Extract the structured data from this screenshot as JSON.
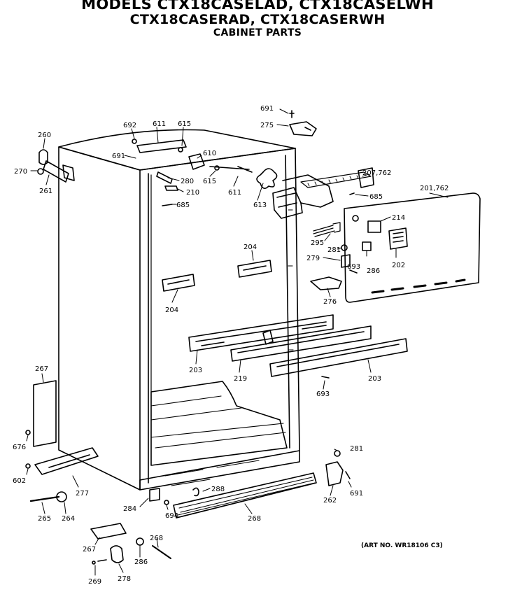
{
  "header": {
    "line1": "MODELS CTX18CASELAD, CTX18CASELWH",
    "line2": "CTX18CASERAD, CTX18CASERWH",
    "line3": "CABINET PARTS"
  },
  "art_number": "(ART NO. WR18106 C3)",
  "part_labels": {
    "p691_top": "691",
    "p275": "275",
    "p692": "692",
    "p611_top": "611",
    "p615_top": "615",
    "p260": "260",
    "p270": "270",
    "p261": "261",
    "p691_left": "691",
    "p610": "610",
    "p615_mid": "615",
    "p280": "280",
    "p210": "210",
    "p611_mid": "611",
    "p613": "613",
    "p685_left": "685",
    "p207_762": "207,762",
    "p685_right": "685",
    "p201_762": "201,762",
    "p214": "214",
    "p295": "295",
    "p281_mid": "281",
    "p279": "279",
    "p693_mid": "693",
    "p286_right": "286",
    "p202": "202",
    "p276_right": "276",
    "p204_right": "204",
    "p204_left": "204",
    "p203_left": "203",
    "p219": "219",
    "p203_right": "203",
    "p693_low": "693",
    "p267_left": "267",
    "p676": "676",
    "p602": "602",
    "p277": "277",
    "p281_low": "281",
    "p262": "262",
    "p691_low": "691",
    "p288": "288",
    "p284": "284",
    "p694": "694",
    "p268_grille": "268",
    "p265": "265",
    "p264": "264",
    "p267_bottom": "267",
    "p268_bolt": "268",
    "p286_bottom": "286",
    "p269": "269",
    "p278": "278"
  }
}
